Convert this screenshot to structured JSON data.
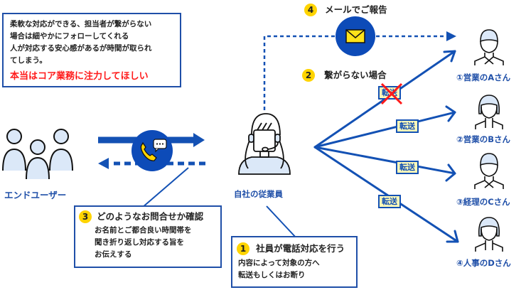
{
  "note": {
    "lines": [
      "柔軟な対応ができる、担当者が繋がらない",
      "場合は細やかにフォローしてくれる",
      "人が対応する安心感があるが時間が取られ",
      "てしまう。"
    ],
    "highlight": "本当はコア業務に注力してほしい"
  },
  "steps": {
    "step1": {
      "number": "1",
      "title": "社員が電話対応を行う",
      "body": [
        "内容によって対象の方へ",
        "転送もしくはお断り"
      ]
    },
    "step2": {
      "number": "2",
      "title": "繋がらない場合"
    },
    "step3": {
      "number": "3",
      "title": "どのようなお問合せか確認",
      "body": [
        "お名前とご都合良い時間帯を",
        "聞き折り返し対応する旨を",
        "お伝えする"
      ]
    },
    "step4": {
      "number": "4",
      "title": "メールでご報告"
    }
  },
  "actors": {
    "end_user": "エンドユーザー",
    "employee": "自社の従業員"
  },
  "targets": [
    {
      "label": "①営業のAさん",
      "transfer": "転送",
      "failed": true
    },
    {
      "label": "②営業のBさん",
      "transfer": "転送",
      "failed": false
    },
    {
      "label": "③経理のCさん",
      "transfer": "転送",
      "failed": false
    },
    {
      "label": "④人事のDさん",
      "transfer": "転送",
      "failed": false
    }
  ],
  "colors": {
    "primary": "#1351b4",
    "accent": "#ffd400",
    "alert": "#ff1a1a",
    "person_fill": "#dbe8f8"
  }
}
